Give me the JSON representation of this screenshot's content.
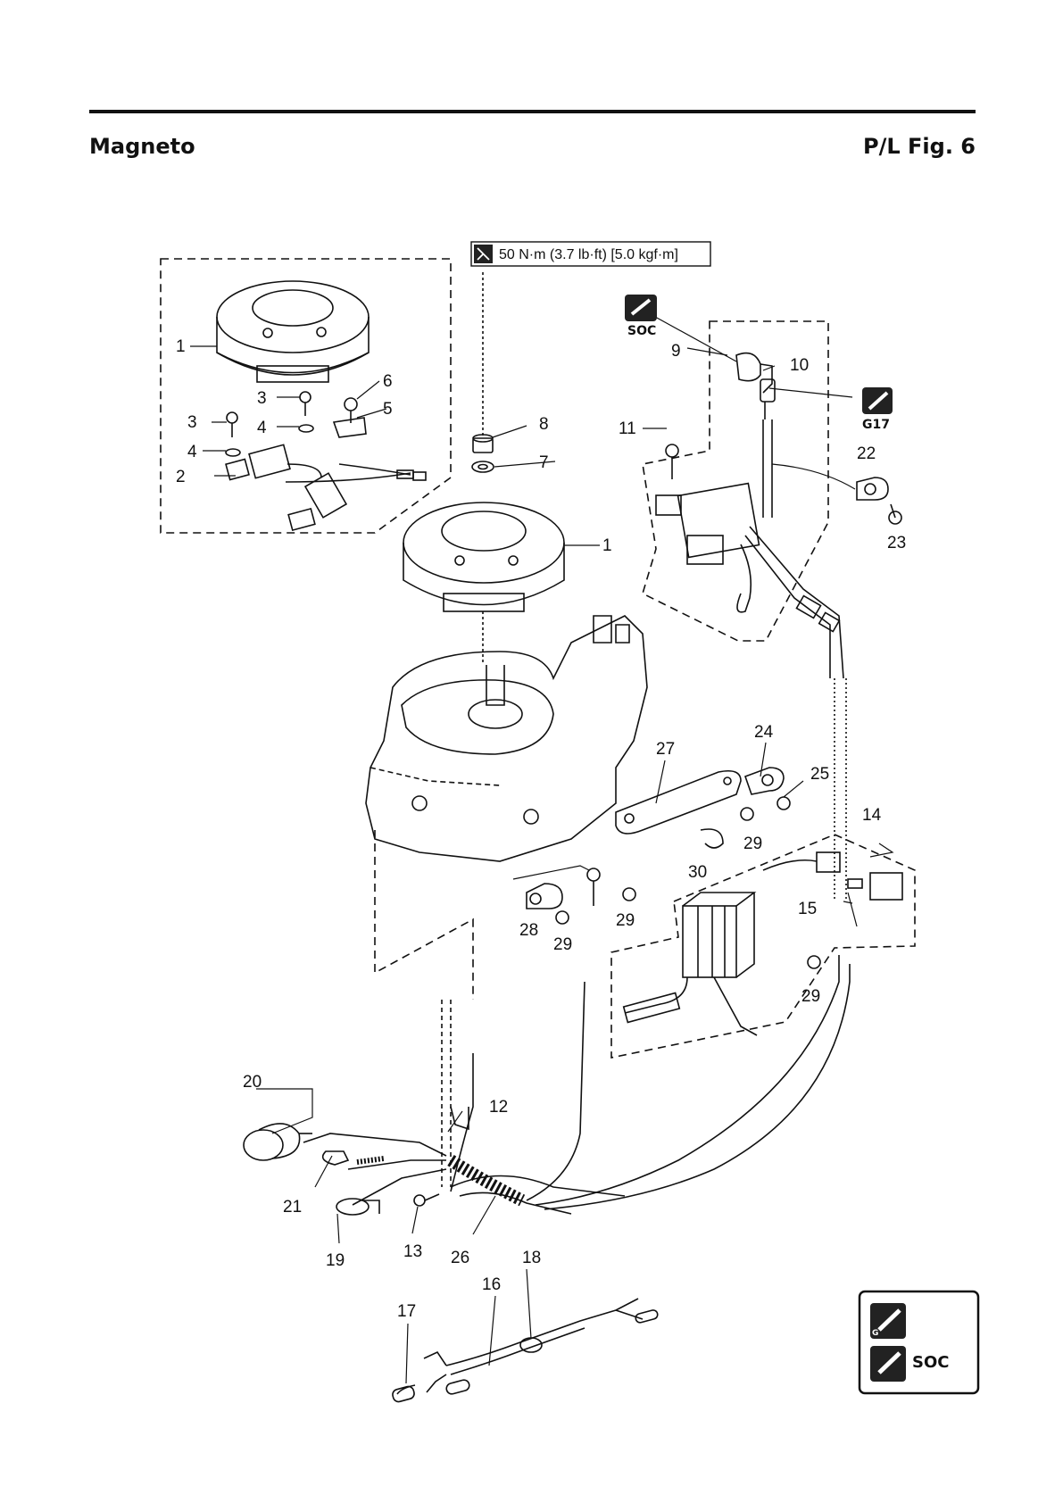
{
  "header": {
    "title": "Magneto",
    "figure": "P/L Fig. 6"
  },
  "torque": {
    "text": "50 N·m (3.7 lb·ft) [5.0 kgf·m]"
  },
  "icons": {
    "soc_top": {
      "name": "soc-grease-icon",
      "label": "SOC"
    },
    "g17": {
      "name": "g17-grease-icon",
      "label": "G17"
    },
    "legend_g": {
      "name": "grease-g-icon",
      "label": "G"
    },
    "legend_soc": {
      "name": "soc-grease-icon",
      "label": "SOC"
    }
  },
  "callouts": {
    "c1a": "1",
    "c1b": "1",
    "c2": "2",
    "c3a": "3",
    "c3b": "3",
    "c4a": "4",
    "c4b": "4",
    "c5": "5",
    "c6": "6",
    "c7": "7",
    "c8": "8",
    "c9": "9",
    "c10": "10",
    "c11": "11",
    "c12": "12",
    "c13": "13",
    "c14": "14",
    "c15": "15",
    "c16": "16",
    "c17": "17",
    "c18": "18",
    "c19": "19",
    "c20": "20",
    "c21": "21",
    "c22": "22",
    "c23": "23",
    "c24": "24",
    "c25": "25",
    "c26": "26",
    "c27": "27",
    "c28": "28",
    "c29a": "29",
    "c29b": "29",
    "c29c": "29",
    "c29d": "29",
    "c30": "30"
  }
}
